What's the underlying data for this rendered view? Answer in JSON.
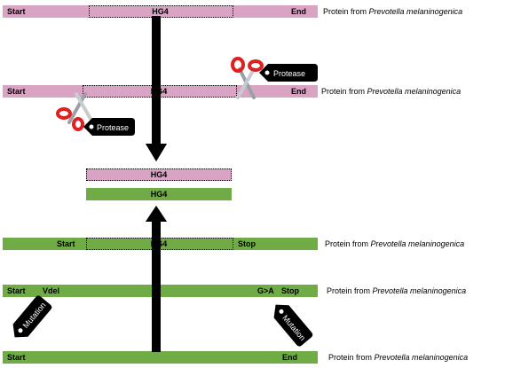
{
  "row1": {
    "start": "Start",
    "domain": "HG4",
    "end": "End",
    "caption_prefix": "Protein from ",
    "organism": "Prevotella melaninogenica"
  },
  "row2": {
    "start": "Start",
    "domain": "HG4",
    "end": "End",
    "caption_prefix": "Protein from ",
    "organism": "Prevotella melaninogenica"
  },
  "protease_tag_1": "Protease",
  "protease_tag_2": "Protease",
  "fragment_pink": "HG4",
  "fragment_green": "HG4",
  "row3": {
    "start": "Start",
    "domain": "HG4",
    "stop": "Stop",
    "caption_prefix": "Protein from ",
    "organism": "Prevotella melaninogenica"
  },
  "row4": {
    "start": "Start",
    "vdel": "Vdel",
    "ga": "G>A",
    "stop": "Stop",
    "caption_prefix": "Protein from ",
    "organism": "Prevotella melaninogenica"
  },
  "mutation_tag_1": "Mutation",
  "mutation_tag_2": "Mutation",
  "row5": {
    "start": "Start",
    "end": "End",
    "caption_prefix": "Protein from ",
    "organism": "Prevotella melaninogenica"
  },
  "colors": {
    "pink": "#d9a3c3",
    "green": "#6fac46",
    "arrow": "#000000",
    "tag": "#000000",
    "scissor_handle": "#e02020"
  }
}
